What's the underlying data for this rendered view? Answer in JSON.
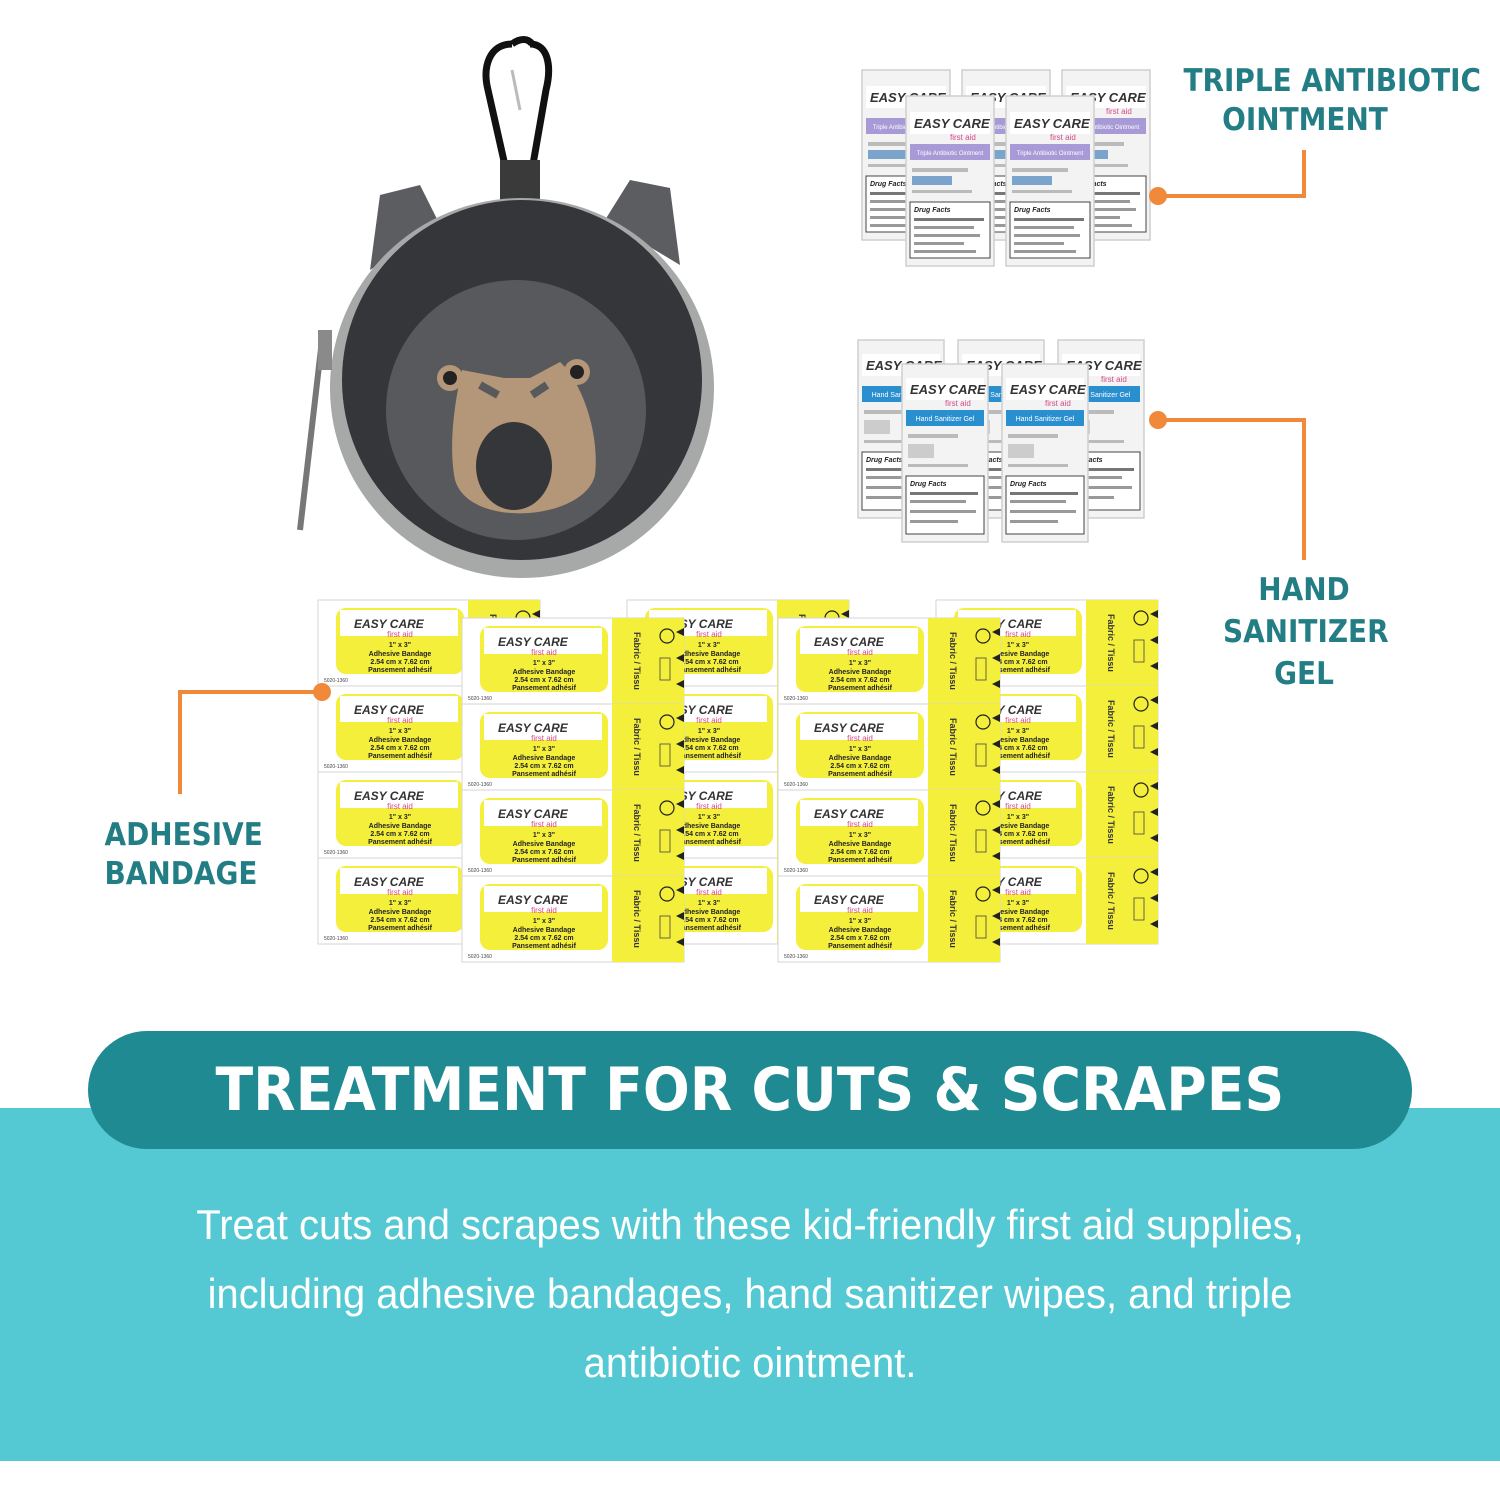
{
  "colors": {
    "teal_band": "#54c9d3",
    "teal_pill": "#1f8a91",
    "label_teal": "#227d85",
    "callout_orange": "#f08a3a",
    "bandage_yellow": "#f4ef3b"
  },
  "labels": {
    "ointment": [
      "TRIPLE ANTIBIOTIC",
      "OINTMENT"
    ],
    "sanitizer": [
      "HAND",
      "SANITIZER",
      "GEL"
    ],
    "bandage": [
      "ADHESIVE",
      "BANDAGE"
    ]
  },
  "packets": {
    "brand": "EASY CARE",
    "tagline": "first aid",
    "ointment_name": "Triple Antibiotic Ointment",
    "sanitizer_name": "Hand Sanitizer Gel",
    "drug_facts": "Drug Facts",
    "bandage_size": "1\" x 3\"",
    "bandage_name": "Adhesive Bandage",
    "bandage_metric": "2.54 cm x 7.62 cm",
    "bandage_fr": "Pansement adhésif",
    "bandage_material": "Fabric / Tissu",
    "bandage_code": "5020-1360"
  },
  "headline": "TREATMENT FOR CUTS & SCRAPES",
  "description": "Treat cuts and scrapes with these kid-friendly first aid supplies, including adhesive bandages, hand sanitizer wipes, and triple antibiotic ointment."
}
